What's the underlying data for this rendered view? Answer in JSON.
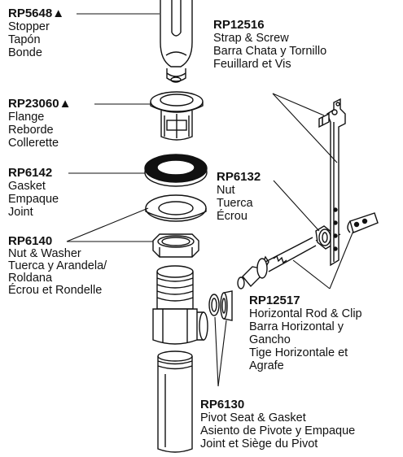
{
  "parts": [
    {
      "code": "RP5648",
      "marker": "▲",
      "lines": [
        "Stopper",
        "Tapón",
        "Bonde"
      ]
    },
    {
      "code": "RP12516",
      "marker": "",
      "lines": [
        "Strap & Screw",
        "Barra Chata y Tornillo",
        "Feuillard et Vis"
      ]
    },
    {
      "code": "RP23060",
      "marker": "▲",
      "lines": [
        "Flange",
        "Reborde",
        "Collerette"
      ]
    },
    {
      "code": "RP6142",
      "marker": "",
      "lines": [
        "Gasket",
        "Empaque",
        "Joint"
      ]
    },
    {
      "code": "RP6132",
      "marker": "",
      "lines": [
        "Nut",
        "Tuerca",
        "Écrou"
      ]
    },
    {
      "code": "RP6140",
      "marker": "",
      "lines": [
        "Nut & Washer",
        "Tuerca y Arandela/",
        "Roldana",
        "Écrou et Rondelle"
      ]
    },
    {
      "code": "RP12517",
      "marker": "",
      "lines": [
        "Horizontal Rod & Clip",
        "Barra Horizontal y",
        "Gancho",
        "Tige Horizontale et",
        "Agrafe"
      ]
    },
    {
      "code": "RP6130",
      "marker": "",
      "lines": [
        "Pivot Seat & Gasket",
        "Asiento de Pivote y Empaque",
        "Joint et Siège du Pivot"
      ]
    }
  ]
}
